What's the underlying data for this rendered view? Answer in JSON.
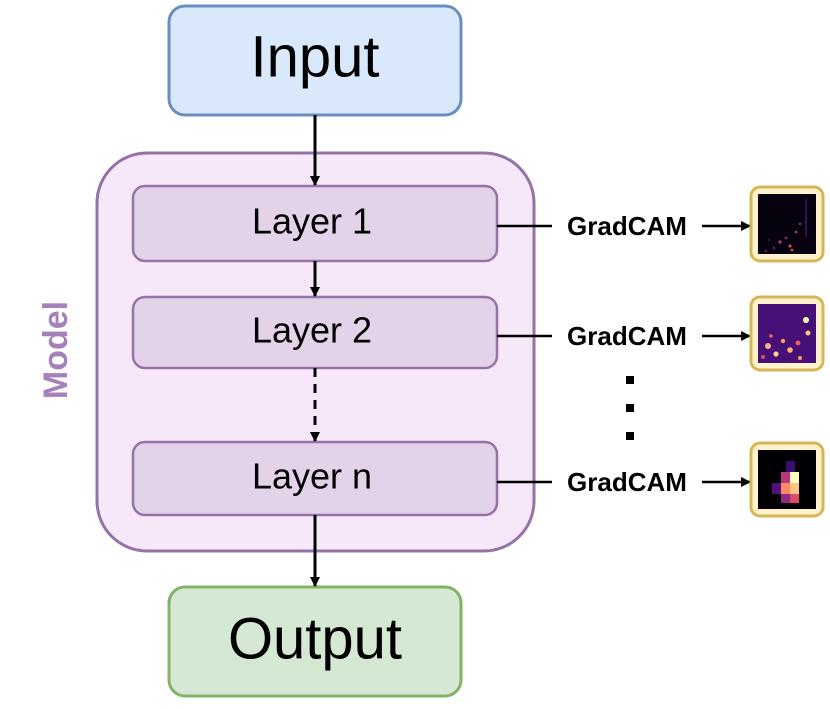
{
  "input": {
    "label": "Input"
  },
  "output": {
    "label": "Output"
  },
  "model": {
    "label": "Model"
  },
  "layers": [
    {
      "label": "Layer 1"
    },
    {
      "label": "Layer 2"
    },
    {
      "label": "Layer n"
    }
  ],
  "gradcam": [
    {
      "label": "GradCAM"
    },
    {
      "label": "GradCAM"
    },
    {
      "label": "GradCAM"
    }
  ],
  "colors": {
    "input_fill": "#dae8fc",
    "input_stroke": "#6c8ebf",
    "output_fill": "#d5e8d4",
    "output_stroke": "#82b366",
    "model_fill": "#f6e8f8",
    "model_stroke": "#9673a6",
    "layer_fill": "#e3d3e8",
    "layer_stroke": "#9673a6",
    "heatmap_frame": "#d6b656",
    "heatmap_frame_fill": "#fff2cc",
    "model_label": "#a680b8"
  },
  "icons": [
    "heatmap-thumbnail-1",
    "heatmap-thumbnail-2",
    "heatmap-thumbnail-n",
    "vertical-ellipsis-icon"
  ]
}
